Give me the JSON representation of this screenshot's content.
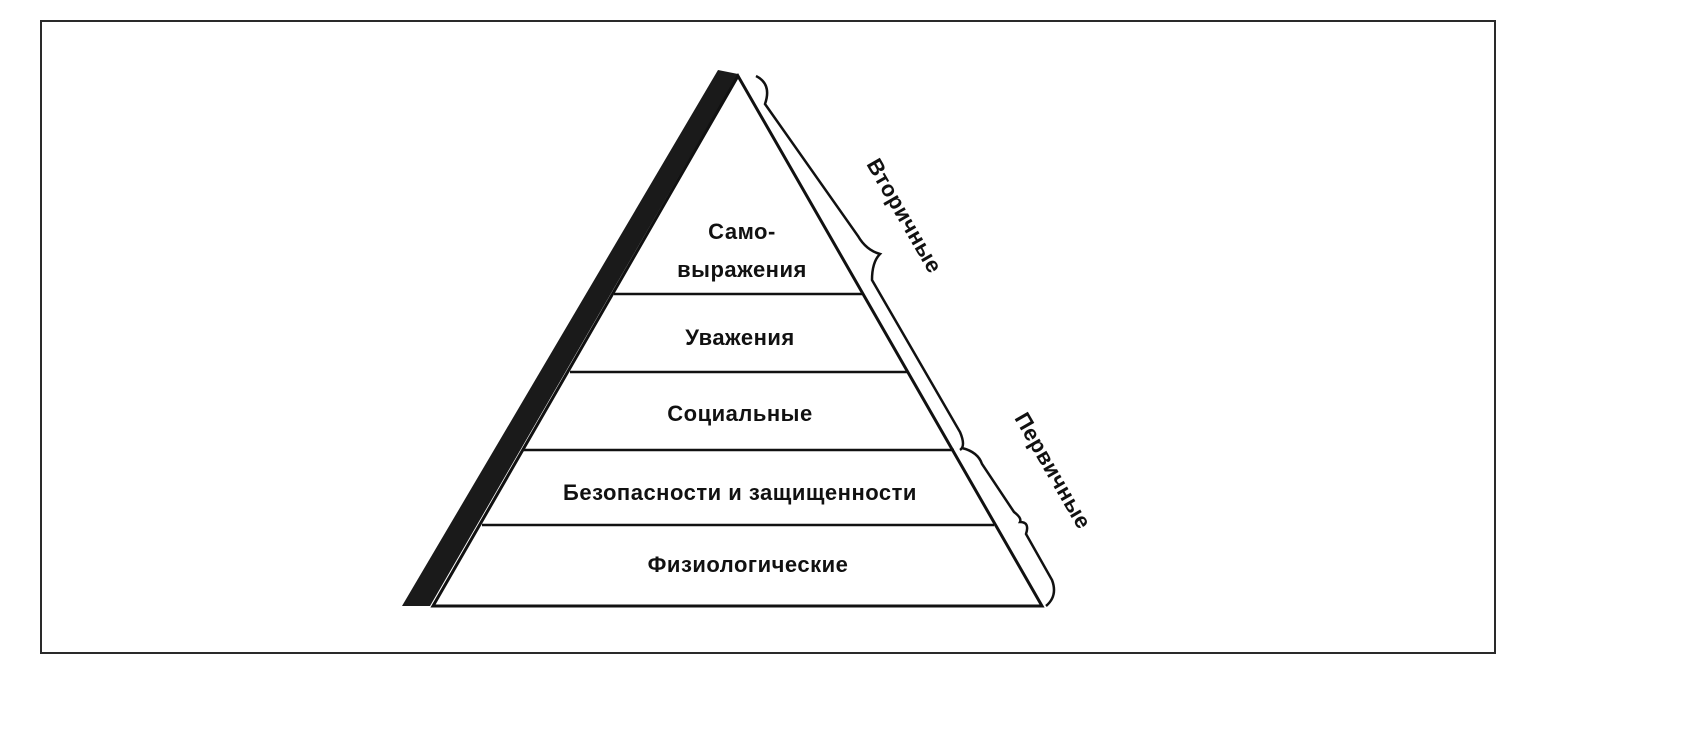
{
  "diagram": {
    "levels": [
      {
        "line1": "Само-",
        "line2": "выражения"
      },
      {
        "label": "Уважения"
      },
      {
        "label": "Социальные"
      },
      {
        "label": "Безопасности и защищенности"
      },
      {
        "label": "Физиологические"
      }
    ],
    "groups": {
      "secondary": "Вторичные",
      "primary": "Первичные"
    }
  }
}
